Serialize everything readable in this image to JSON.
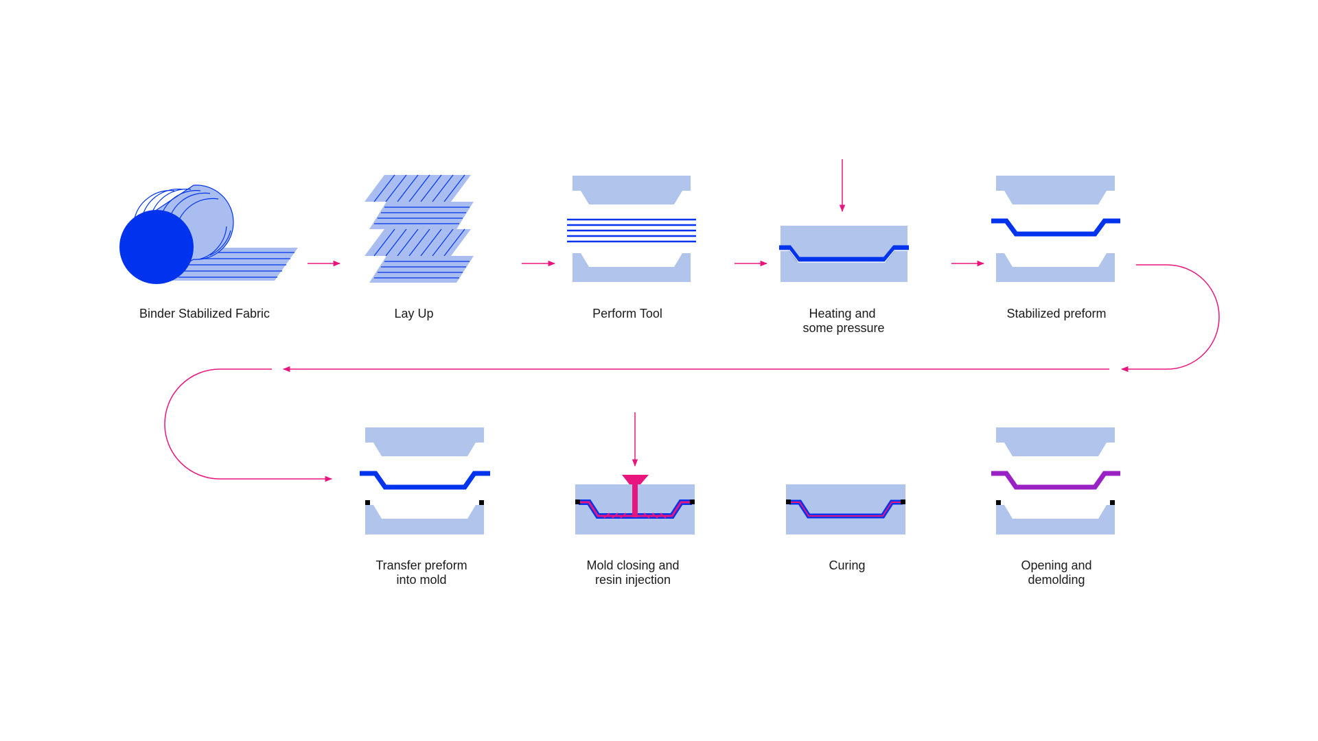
{
  "colors": {
    "mold": "#b0c4ec",
    "fabric_light": "#a9bdf0",
    "preform": "#0033ee",
    "resin": "#e8157e",
    "arrow": "#e8157e",
    "seal": "#000000",
    "cured": "#9a22c4",
    "text": "#1a1a1a"
  },
  "steps": [
    {
      "id": "binder-stabilized-fabric",
      "lines": [
        "Binder Stabilized Fabric"
      ]
    },
    {
      "id": "lay-up",
      "lines": [
        "Lay Up"
      ]
    },
    {
      "id": "perform-tool",
      "lines": [
        "Perform Tool"
      ]
    },
    {
      "id": "heating-pressure",
      "lines": [
        "Heating and",
        "some pressure"
      ]
    },
    {
      "id": "stabilized-preform",
      "lines": [
        "Stabilized preform"
      ]
    },
    {
      "id": "transfer-preform",
      "lines": [
        "Transfer preform",
        "into mold"
      ]
    },
    {
      "id": "mold-closing-injection",
      "lines": [
        "Mold closing and",
        "resin injection"
      ]
    },
    {
      "id": "curing",
      "lines": [
        "Curing"
      ]
    },
    {
      "id": "opening-demolding",
      "lines": [
        "Opening and",
        "demolding"
      ]
    }
  ]
}
